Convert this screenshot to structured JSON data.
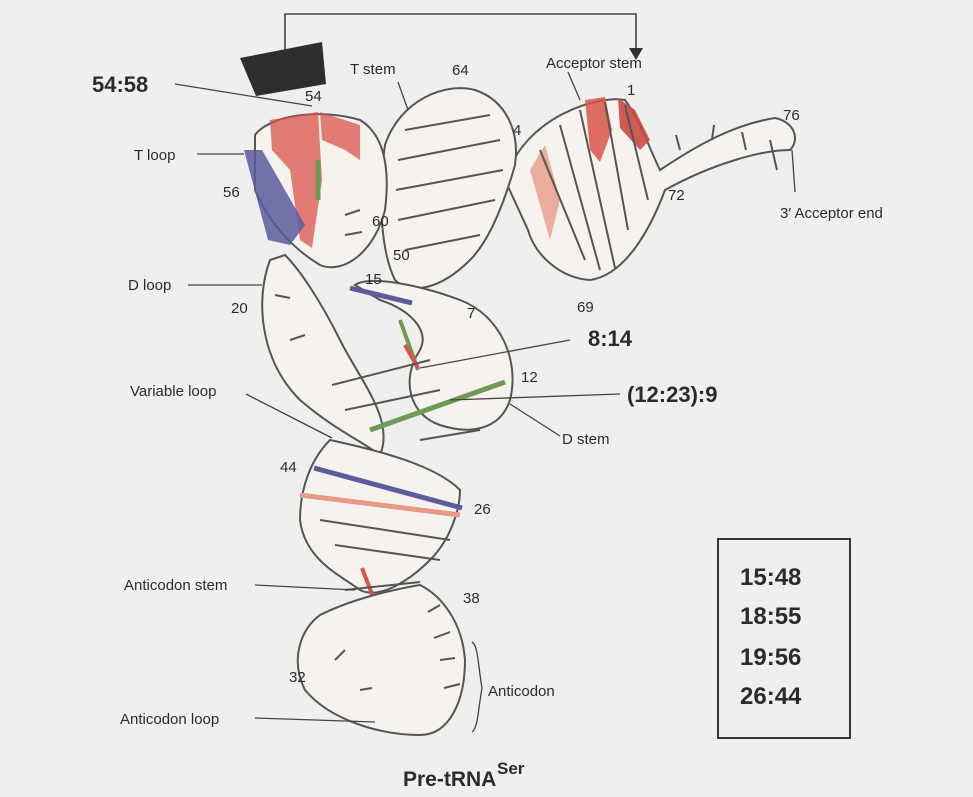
{
  "title": {
    "main": "Pre-tRNA",
    "superscript": "Ser"
  },
  "labels": {
    "acceptor_stem": "Acceptor stem",
    "t_stem": "T stem",
    "t_loop": "T loop",
    "d_loop": "D loop",
    "variable_loop": "Variable loop",
    "d_stem": "D stem",
    "anticodon_stem": "Anticodon stem",
    "anticodon_loop": "Anticodon loop",
    "anticodon": "Anticodon",
    "acceptor_end": "3′ Acceptor end"
  },
  "positions": {
    "p1": "1",
    "p4": "4",
    "p7": "7",
    "p12": "12",
    "p15": "15",
    "p20": "20",
    "p26": "26",
    "p32": "32",
    "p38": "38",
    "p44": "44",
    "p50": "50",
    "p54": "54",
    "p56": "56",
    "p60": "60",
    "p64": "64",
    "p69": "69",
    "p72": "72",
    "p76": "76"
  },
  "interactions": {
    "i54_58": "54:58",
    "i8_14": "8:14",
    "i12_23_9": "(12:23):9"
  },
  "legend_box": [
    "15:48",
    "18:55",
    "19:56",
    "26:44"
  ],
  "colors": {
    "red": "#d9534a",
    "salmon": "#e99a86",
    "blue": "#5b5b9e",
    "green": "#6f9a55",
    "ribbon": "#f6f3ee",
    "outline": "#555555"
  }
}
